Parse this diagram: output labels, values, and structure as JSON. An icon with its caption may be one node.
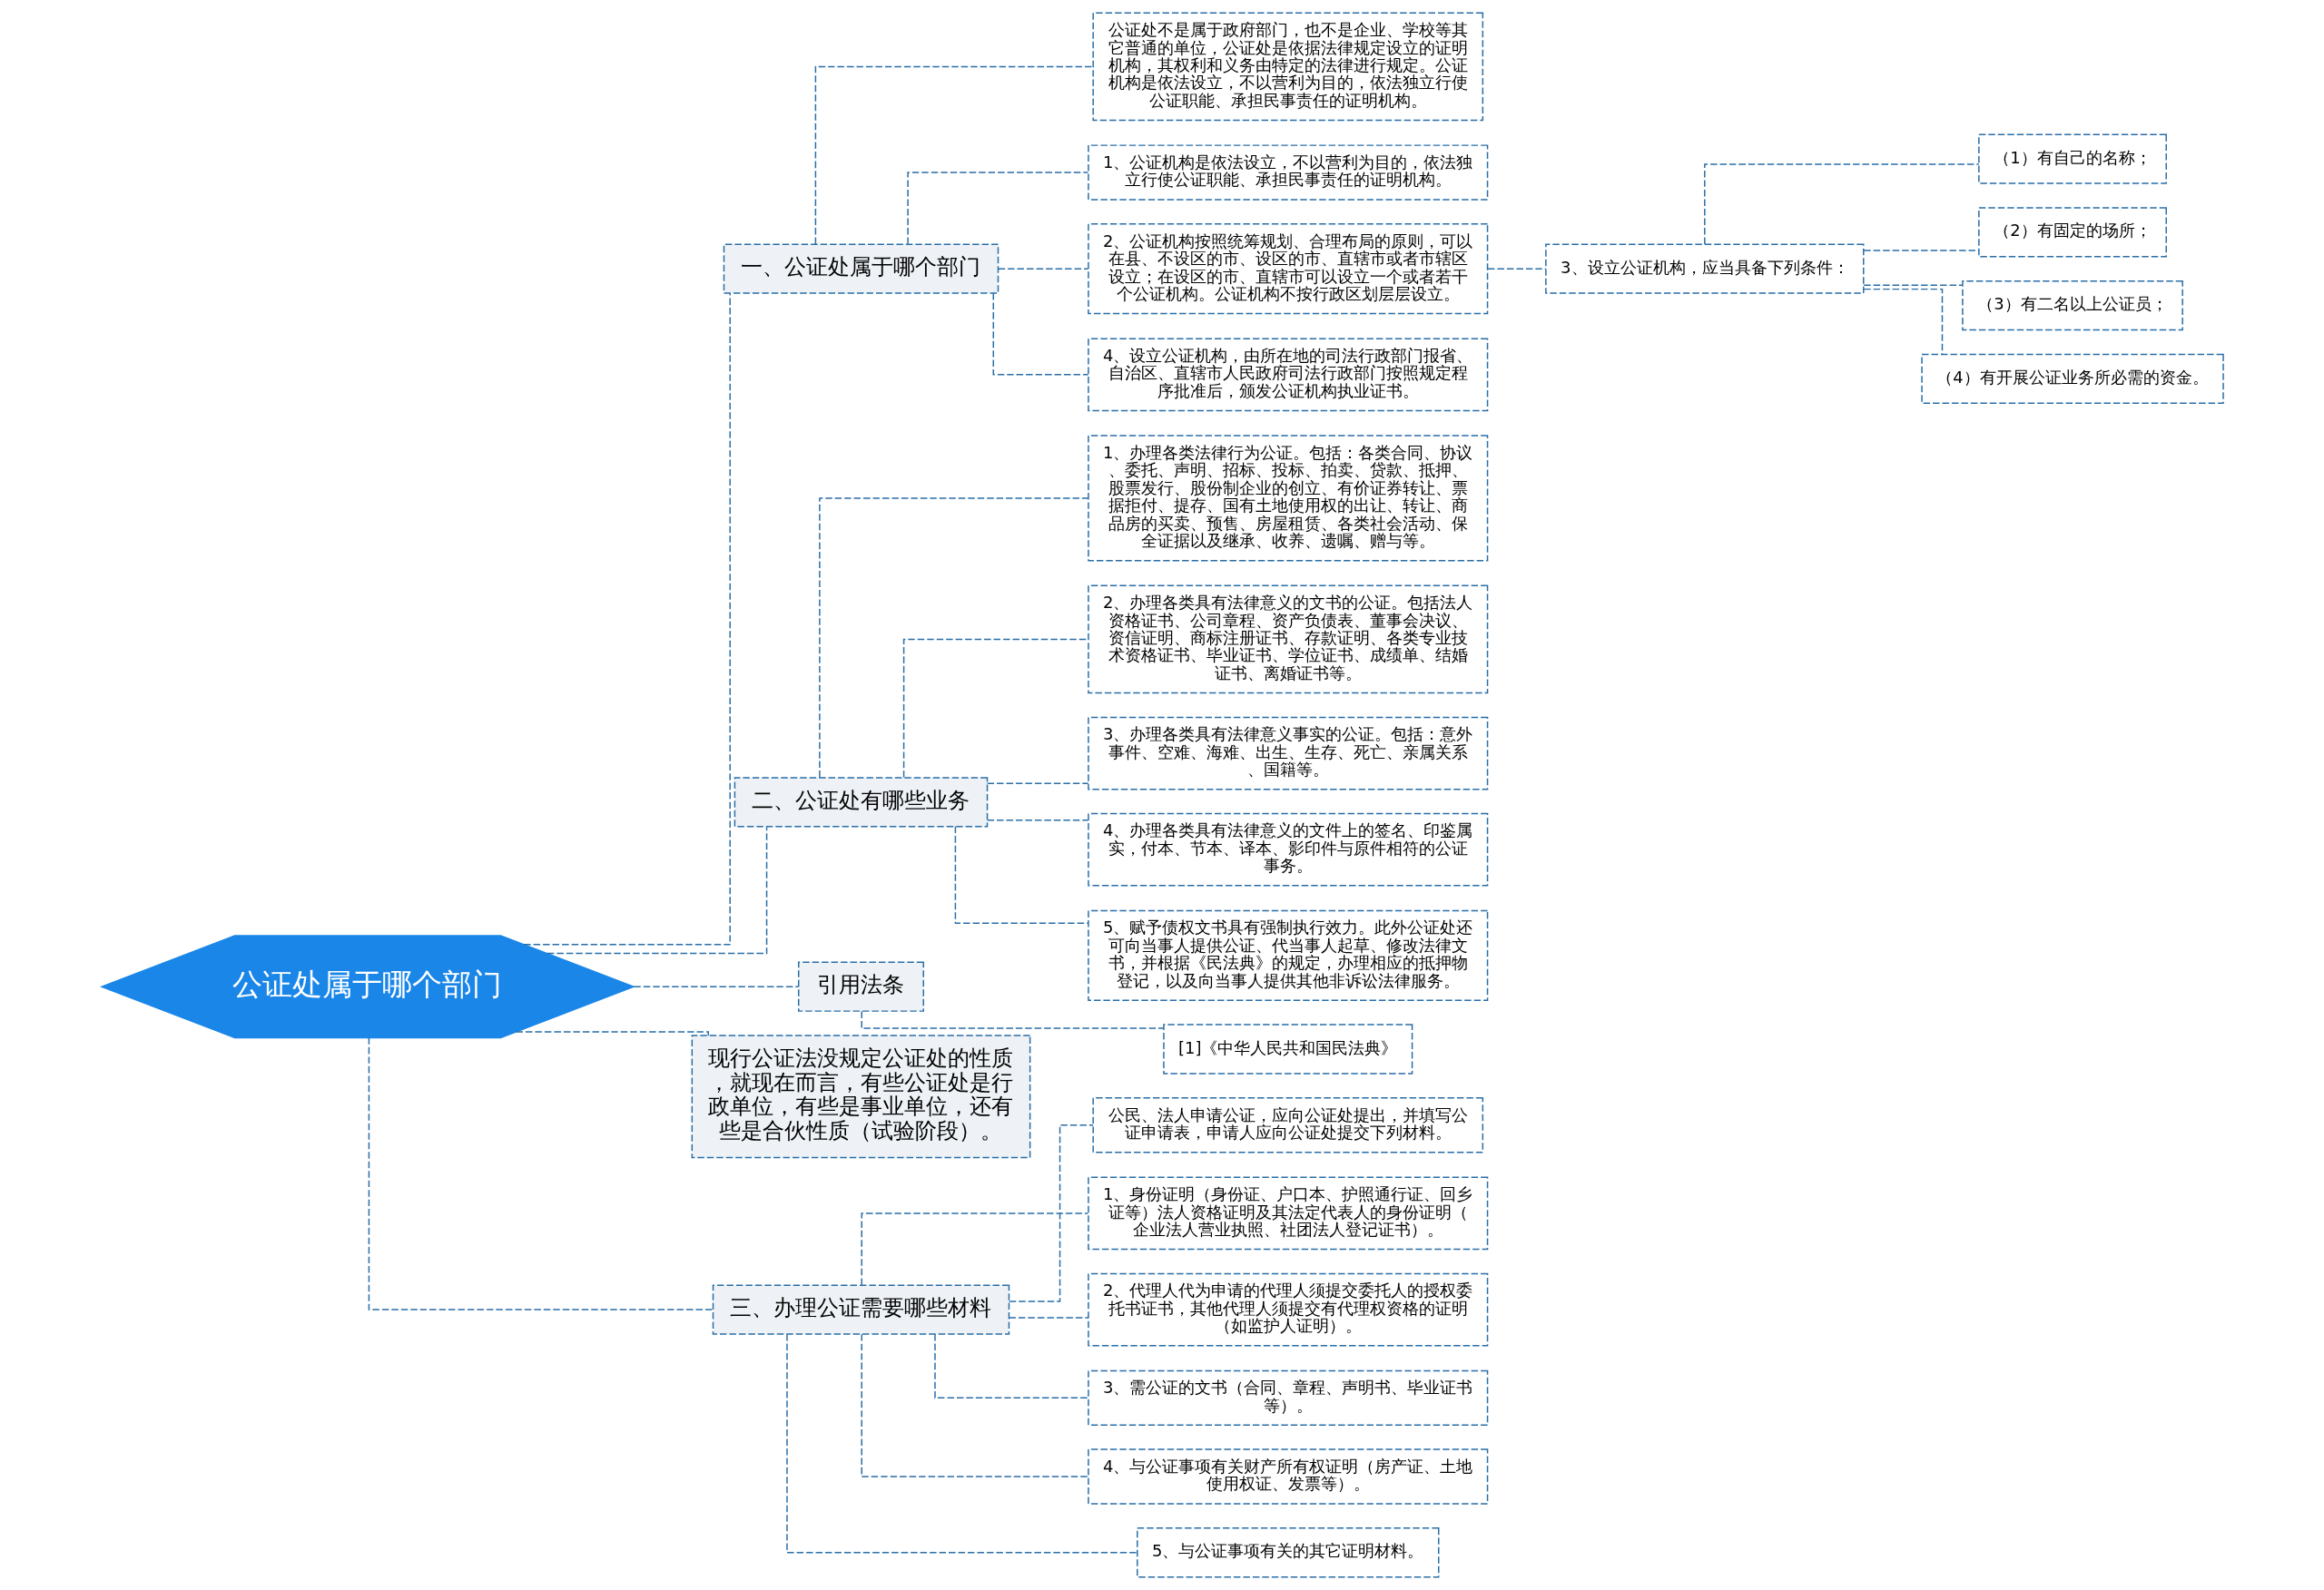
{
  "diagram": {
    "nodes": [
      {
        "text": [
          "公证处属于哪个部门"
        ]
      },
      {
        "text": [
          "一、公证处属于哪个部门"
        ]
      },
      {
        "text": [
          "公证处不是属于政府部门，也不是企业、学校等其它普通的单位，公证处是依据法律规定设立的证明机构，其权利和义务由特定的法律进行规定。公证机构是依法设立，不以营利为目的，依法独立行使公证职能、承担民事责任的证明机构。"
        ]
      },
      {
        "text": [
          "1、公证机构是依法设立，不以营利为目的，依法独立行使公证职能、承担民事责任的证明机构。"
        ]
      },
      {
        "text": [
          "2、公证机构按照统筹规划、合理布局的原则，可以在县、不设区的市、设区的市、直辖市或者市辖区设立；在设区的市、直辖市可以设立一个或者若干个公证机构。公证机构不按行政区划层层设立。"
        ]
      },
      {
        "text": [
          "3、设立公证机构，应当具备下列条件："
        ]
      },
      {
        "text": [
          "（1）有自己的名称；"
        ]
      },
      {
        "text": [
          "（2）有固定的场所；"
        ]
      },
      {
        "text": [
          "（3）有二名以上公证员；"
        ]
      },
      {
        "text": [
          "（4）有开展公证业务所必需的资金。"
        ]
      },
      {
        "text": [
          "4、设立公证机构，由所在地的司法行政部门报省、自治区、直辖市人民政府司法行政部门按照规定程序批准后，颁发公证机构执业证书。"
        ]
      },
      {
        "text": [
          "二、公证处有哪些业务"
        ]
      },
      {
        "text": [
          "1、办理各类法律行为公证。包括：各类合同、协议、委托、声明、招标、投标、拍卖、贷款、抵押、股票发行、股份制企业的创立、有价证券转让、票据拒付、提存、国有土地使用权的出让、转让、商品房的买卖、预售、房屋租赁、各类社会活动、保全证据以及继承、收养、遗嘱、赠与等。"
        ]
      },
      {
        "text": [
          "2、办理各类具有法律意义的文书的公证。包括法人资格证书、公司章程、资产负债表、董事会决议、资信证明、商标注册证书、存款证明、各类专业技术资格证书、毕业证书、学位证书、成绩单、结婚证书、离婚证书等。"
        ]
      },
      {
        "text": [
          "3、办理各类具有法律意义事实的公证。包括：意外事件、空难、海难、出生、生存、死亡、亲属关系、国籍等。"
        ]
      },
      {
        "text": [
          "4、办理各类具有法律意义的文件上的签名、印鉴属实，付本、节本、译本、影印件与原件相符的公证事务。"
        ]
      },
      {
        "text": [
          "5、赋予债权文书具有强制执行效力。此外公证处还可向当事人提供公证、代当事人起草、修改法律文书，并根据《民法典》的规定，办理相应的抵押物登记，以及向当事人提供其他非诉讼法律服务。"
        ]
      },
      {
        "text": [
          "引用法条"
        ]
      },
      {
        "text": [
          "[1]《中华人民共和国民法典》"
        ]
      },
      {
        "text": [
          "现行公证法没规定公证处的性质，就现在而言，有些公证处是行政单位，有些是事业单位，还有些是合伙性质（试验阶段）。"
        ]
      },
      {
        "text": [
          "三、办理公证需要哪些材料"
        ]
      },
      {
        "text": [
          "公民、法人申请公证，应向公证处提出，并填写公证申请表，申请人应向公证处提交下列材料。"
        ]
      },
      {
        "text": [
          "1、身份证明（身份证、户口本、护照通行证、回乡证等）法人资格证明及其法定代表人的身份证明（企业法人营业执照、社团法人登记证书）。"
        ]
      },
      {
        "text": [
          "2、代理人代为申请的代理人须提交委托人的授权委托书证书，其他代理人须提交有代理权资格的证明（如监护人证明）。"
        ]
      },
      {
        "text": [
          "3、需公证的文书（合同、章程、声明书、毕业证书等）。"
        ]
      },
      {
        "text": [
          "4、与公证事项有关财产所有权证明（房产证、土地使用权证、发票等）。"
        ]
      },
      {
        "text": [
          "5、与公证事项有关的其它证明材料。"
        ]
      }
    ],
    "edges": [
      {
        "from": 0,
        "to": 1,
        "arrow": "none",
        "style": "dashed"
      },
      {
        "from": 1,
        "to": 2,
        "arrow": "none",
        "style": "dashed"
      },
      {
        "from": 1,
        "to": 3,
        "arrow": "none",
        "style": "dashed"
      },
      {
        "from": 1,
        "to": 4,
        "arrow": "none",
        "style": "dashed"
      },
      {
        "from": 4,
        "to": 5,
        "arrow": "none",
        "style": "dashed"
      },
      {
        "from": 5,
        "to": 6,
        "arrow": "none",
        "style": "dashed"
      },
      {
        "from": 5,
        "to": 7,
        "arrow": "none",
        "style": "dashed"
      },
      {
        "from": 5,
        "to": 8,
        "arrow": "none",
        "style": "dashed"
      },
      {
        "from": 5,
        "to": 9,
        "arrow": "none",
        "style": "dashed"
      },
      {
        "from": 1,
        "to": 10,
        "arrow": "none",
        "style": "dashed"
      },
      {
        "from": 0,
        "to": 11,
        "arrow": "none",
        "style": "dashed"
      },
      {
        "from": 11,
        "to": 12,
        "arrow": "none",
        "style": "dashed"
      },
      {
        "from": 11,
        "to": 13,
        "arrow": "none",
        "style": "dashed"
      },
      {
        "from": 11,
        "to": 14,
        "arrow": "none",
        "style": "dashed"
      },
      {
        "from": 11,
        "to": 15,
        "arrow": "none",
        "style": "dashed"
      },
      {
        "from": 11,
        "to": 16,
        "arrow": "none",
        "style": "dashed"
      },
      {
        "from": 0,
        "to": 17,
        "arrow": "none",
        "style": "dashed"
      },
      {
        "from": 17,
        "to": 18,
        "arrow": "none",
        "style": "dashed"
      },
      {
        "from": 0,
        "to": 19,
        "arrow": "none",
        "style": "dashed"
      },
      {
        "from": 0,
        "to": 20,
        "arrow": "none",
        "style": "dashed"
      },
      {
        "from": 20,
        "to": 21,
        "arrow": "none",
        "style": "dashed"
      },
      {
        "from": 20,
        "to": 22,
        "arrow": "none",
        "style": "dashed"
      },
      {
        "from": 20,
        "to": 23,
        "arrow": "none",
        "style": "dashed"
      },
      {
        "from": 20,
        "to": 24,
        "arrow": "none",
        "style": "dashed"
      },
      {
        "from": 20,
        "to": 25,
        "arrow": "none",
        "style": "dashed"
      },
      {
        "from": 20,
        "to": 26,
        "arrow": "none",
        "style": "dashed"
      }
    ]
  }
}
